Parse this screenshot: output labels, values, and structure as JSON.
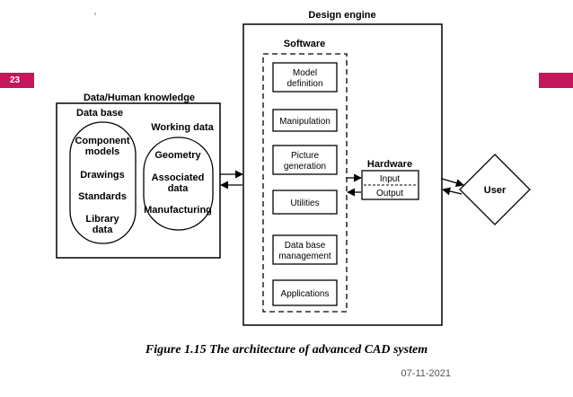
{
  "slide": {
    "number": "23",
    "date": "07-11-2021",
    "mark": "’"
  },
  "diagram": {
    "design_engine_title": "Design engine",
    "software_title": "Software",
    "software_modules": [
      [
        "Model",
        "definition"
      ],
      [
        "Manipulation"
      ],
      [
        "Picture",
        "generation"
      ],
      [
        "Utilities"
      ],
      [
        "Data base",
        "management"
      ],
      [
        "Applications"
      ]
    ],
    "hardware_title": "Hardware",
    "hardware_input": "Input",
    "hardware_output": "Output",
    "user": "User",
    "knowledge_title": "Data/Human knowledge",
    "database_title": "Data base",
    "database_items": [
      [
        "Component",
        "models"
      ],
      [
        "Drawings"
      ],
      [
        "Standards"
      ],
      [
        "Library",
        "data"
      ]
    ],
    "working_title": "Working data",
    "working_items": [
      [
        "Geometry"
      ],
      [
        "Associated",
        "data"
      ],
      [
        "Manufacturing"
      ]
    ]
  },
  "caption": "Figure 1.15 The architecture of advanced CAD system"
}
